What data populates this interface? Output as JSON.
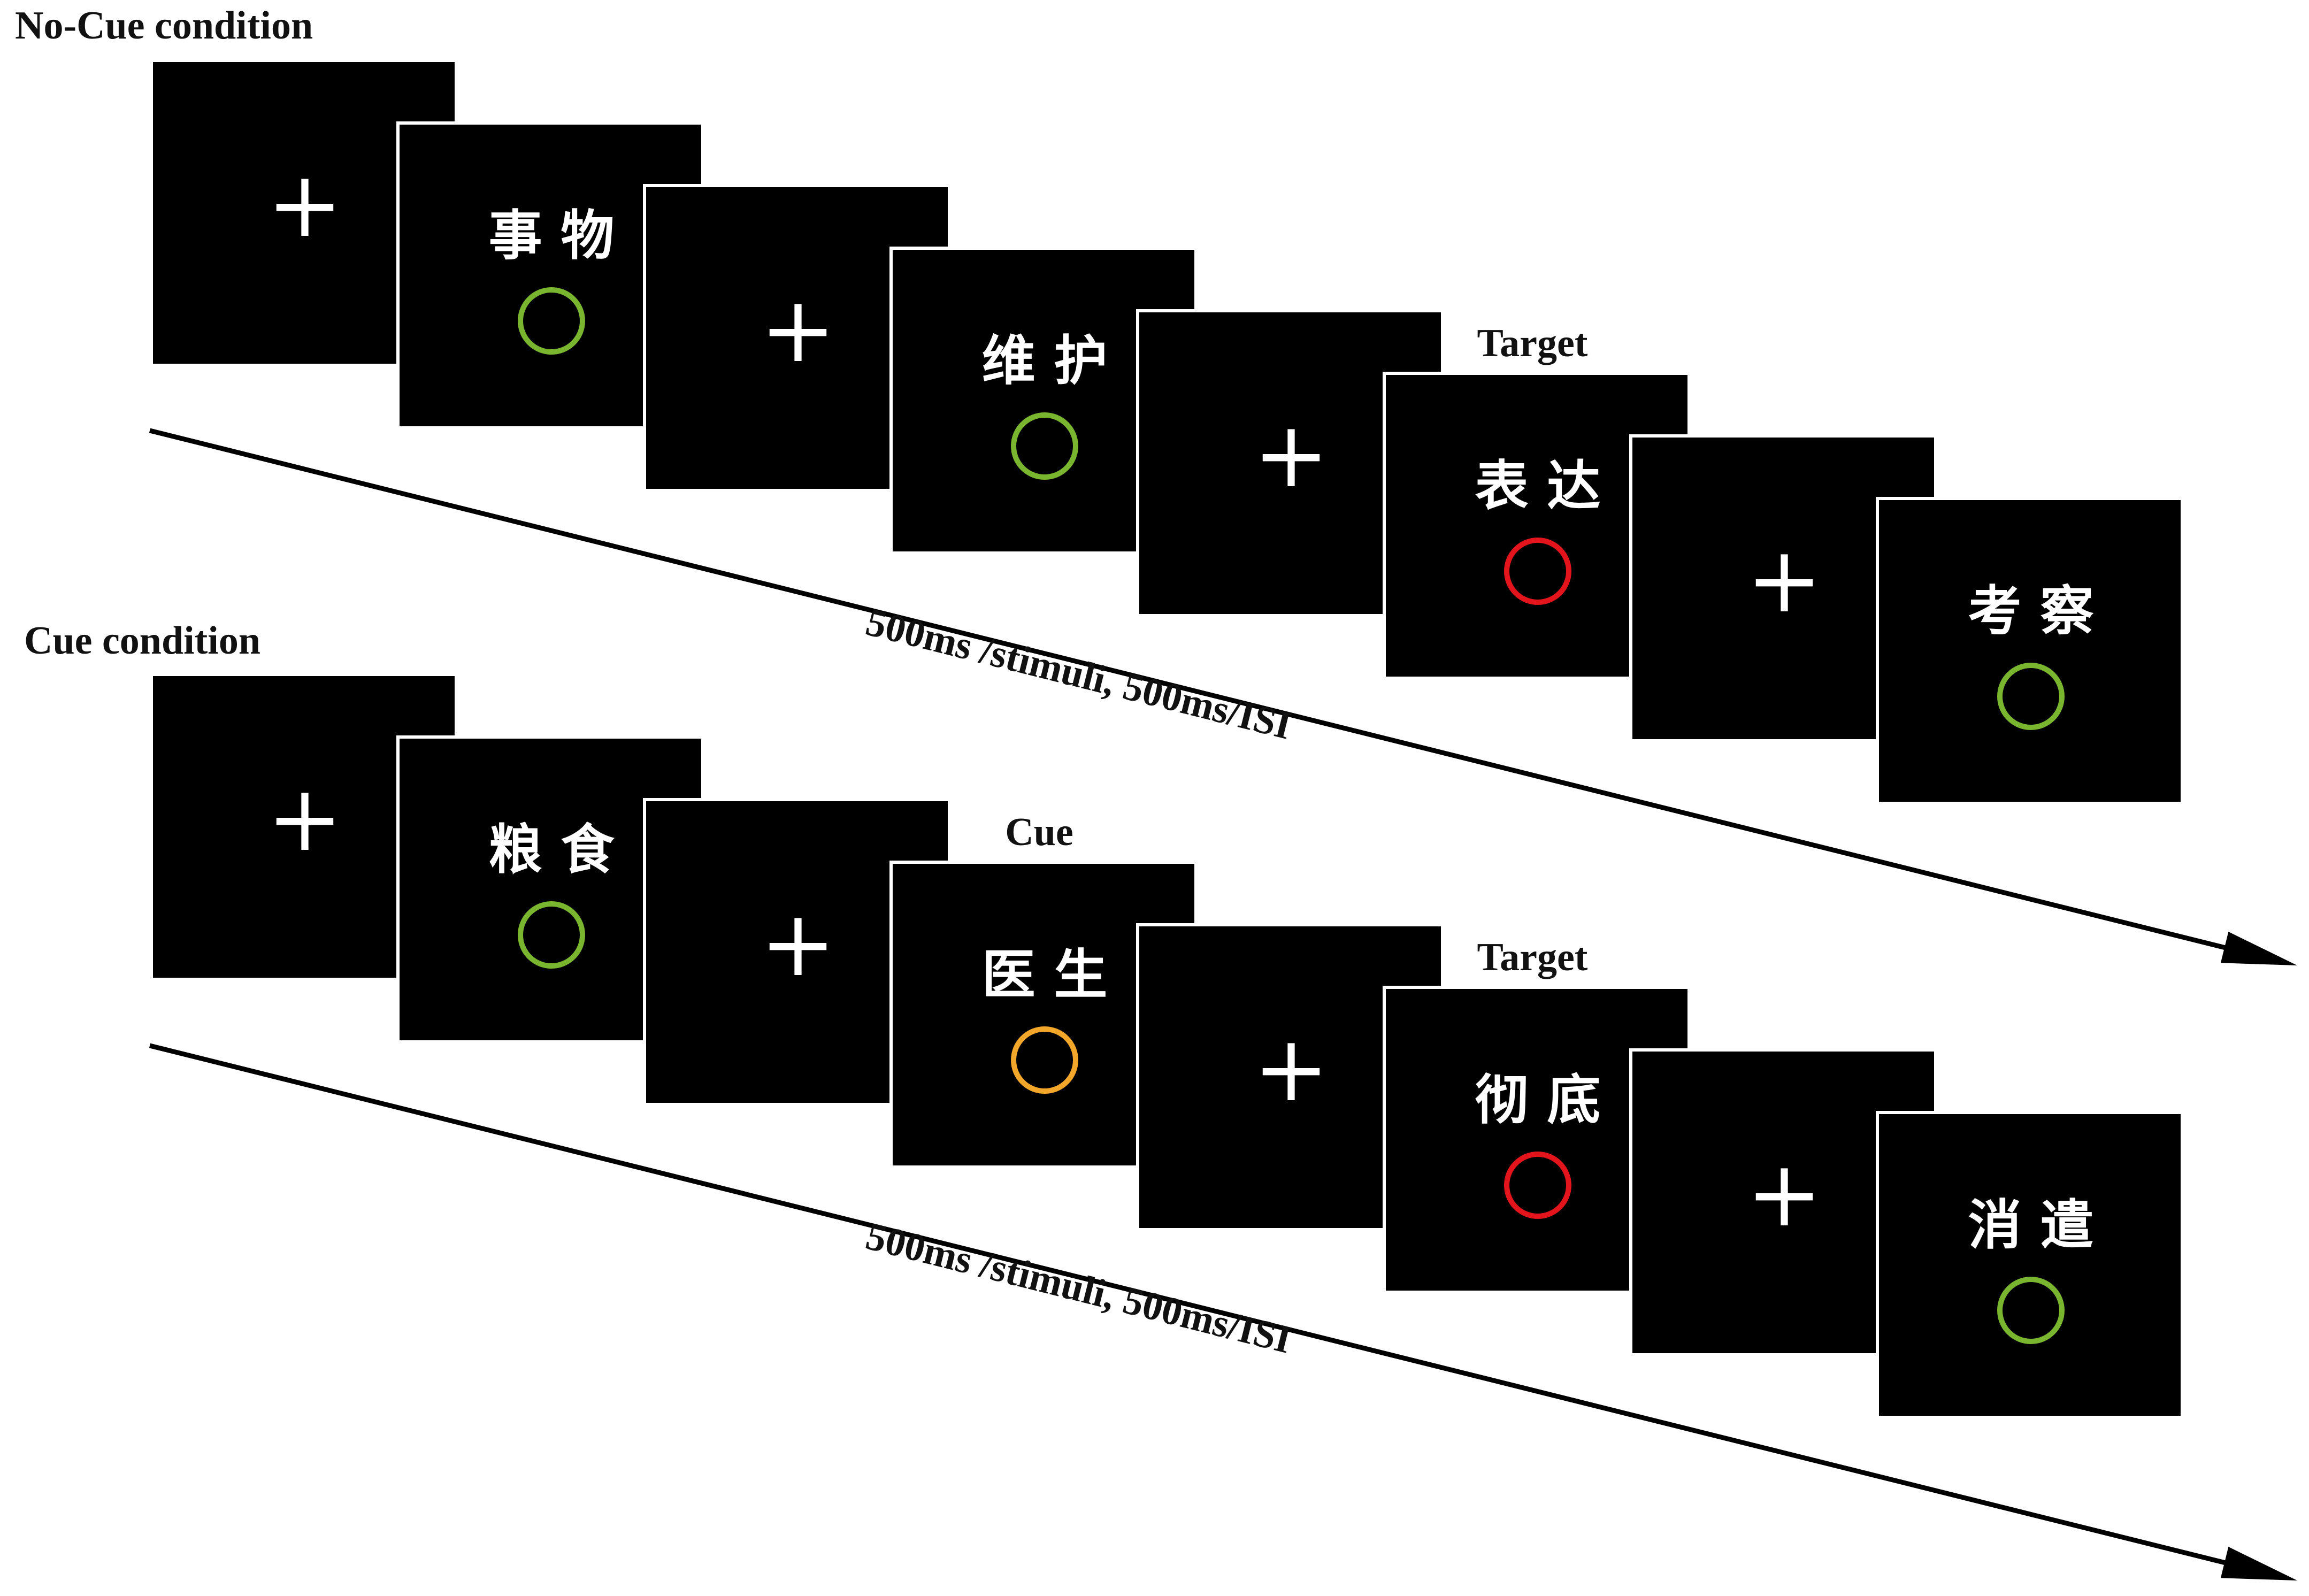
{
  "conditions": [
    {
      "title": "No-Cue condition",
      "timing": "500ms /stimuli, 500ms/ISI",
      "frames": [
        {
          "type": "fixation",
          "symbol": "+"
        },
        {
          "type": "word",
          "word": "事 物",
          "circle": "green"
        },
        {
          "type": "fixation",
          "symbol": "+"
        },
        {
          "type": "word",
          "word": "维 护",
          "circle": "green"
        },
        {
          "type": "fixation",
          "symbol": "+"
        },
        {
          "type": "word",
          "word": "表 达",
          "circle": "red",
          "above_label": "Target"
        },
        {
          "type": "fixation",
          "symbol": "+"
        },
        {
          "type": "word",
          "word": "考 察",
          "circle": "green"
        }
      ]
    },
    {
      "title": "Cue condition",
      "timing": "500ms /stimuli, 500ms/ISI",
      "frames": [
        {
          "type": "fixation",
          "symbol": "+"
        },
        {
          "type": "word",
          "word": "粮 食",
          "circle": "green"
        },
        {
          "type": "fixation",
          "symbol": "+"
        },
        {
          "type": "word",
          "word": "医 生",
          "circle": "orange",
          "above_label": "Cue"
        },
        {
          "type": "fixation",
          "symbol": "+"
        },
        {
          "type": "word",
          "word": "彻 底",
          "circle": "red",
          "above_label": "Target"
        },
        {
          "type": "fixation",
          "symbol": "+"
        },
        {
          "type": "word",
          "word": "消 遣",
          "circle": "green"
        }
      ]
    }
  ],
  "colors": {
    "frame": "#000000",
    "frame_border": "#ffffff",
    "stimulus_text": "#ffffff",
    "green": "#7ab52f",
    "red": "#e3141b",
    "orange": "#f2a72b",
    "arrow": "#000000",
    "label_text": "#111111"
  }
}
